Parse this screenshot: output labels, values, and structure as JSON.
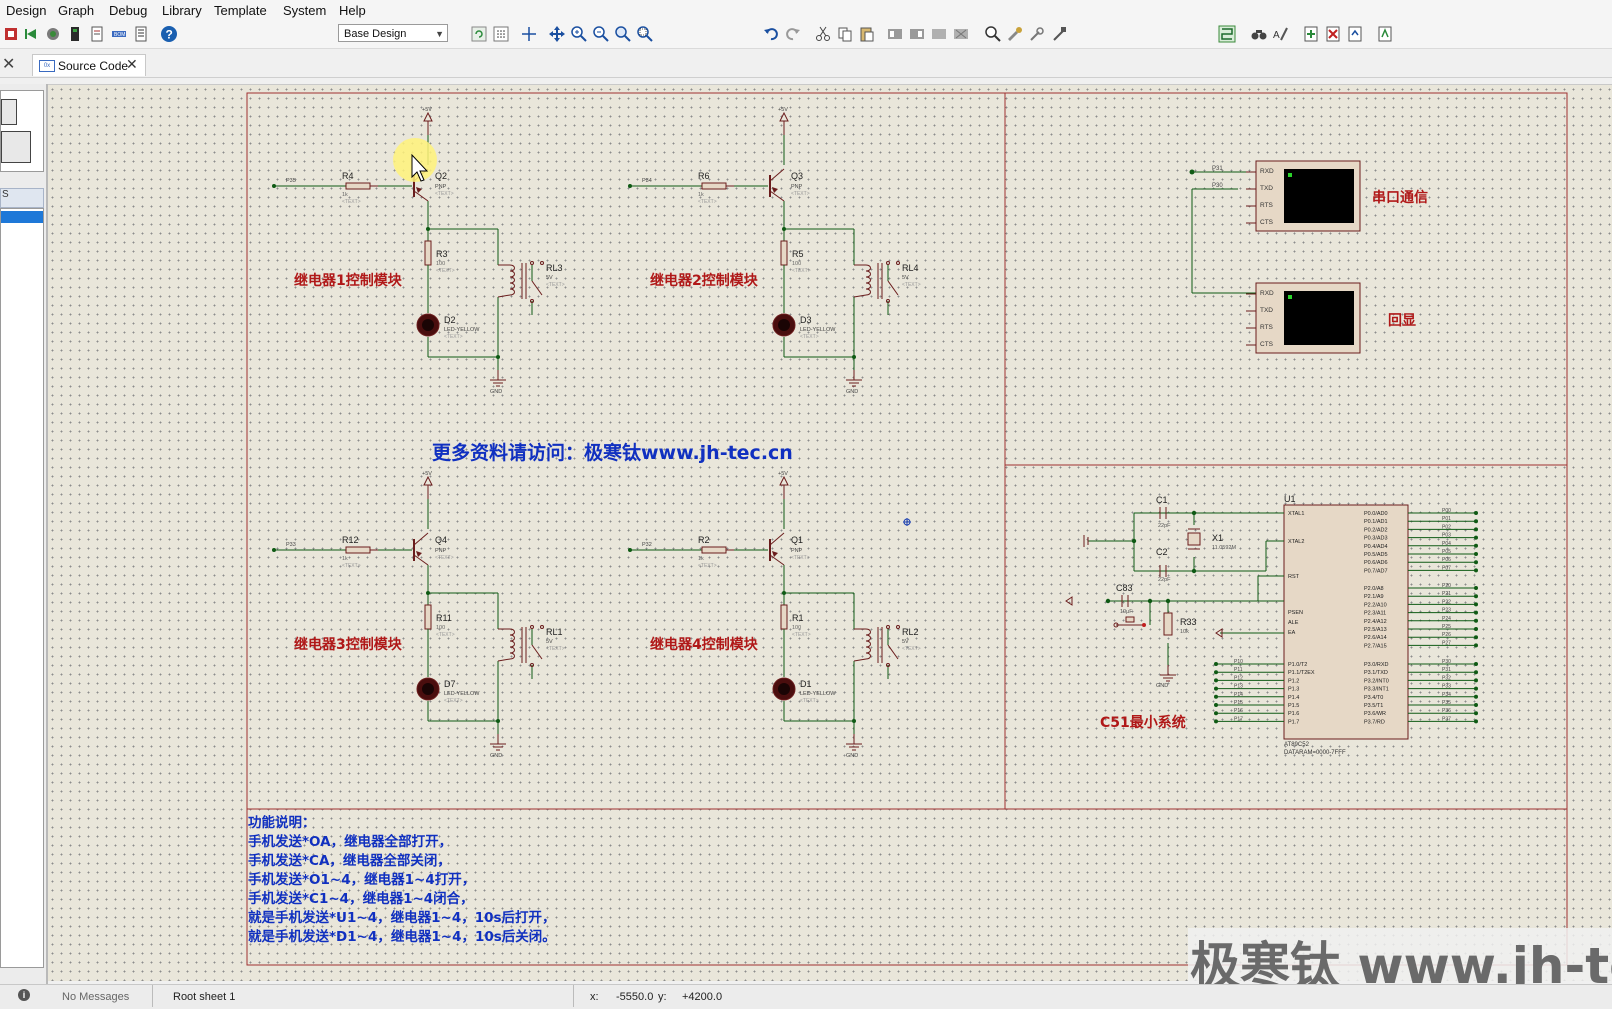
{
  "menu": [
    "Design",
    "Graph",
    "Debug",
    "Library",
    "Template",
    "System",
    "Help"
  ],
  "toolbar": {
    "variant": "Base Design"
  },
  "tab": {
    "label": "Source Code"
  },
  "status": {
    "messages": "No Messages",
    "sheet": "Root sheet 1",
    "x_label": "x:",
    "x": "-5550.0",
    "y_label": "y:",
    "y": "+4200.0"
  },
  "schematic": {
    "relay_blocks": [
      {
        "title": "继电器1控制模块",
        "r_base": "R4",
        "r_base_val": "1k",
        "port": "P35",
        "transistor": "Q2",
        "r_led": "R3",
        "r_led_val": "100",
        "led": "D2",
        "relay": "RL3"
      },
      {
        "title": "继电器2控制模块",
        "r_base": "R6",
        "r_base_val": "1k",
        "port": "P34",
        "transistor": "Q3",
        "r_led": "R5",
        "r_led_val": "100",
        "led": "D3",
        "relay": "RL4"
      },
      {
        "title": "继电器3控制模块",
        "r_base": "R12",
        "r_base_val": "1k",
        "port": "P33",
        "transistor": "Q4",
        "r_led": "R11",
        "r_led_val": "100",
        "led": "D7",
        "relay": "RL1"
      },
      {
        "title": "继电器4控制模块",
        "r_base": "R2",
        "r_base_val": "1k",
        "port": "P32",
        "transistor": "Q1",
        "r_led": "R1",
        "r_led_val": "100",
        "led": "D1",
        "relay": "RL2"
      }
    ],
    "common": {
      "vcc": "+5V",
      "gnd": "GND",
      "pnp": "PNP",
      "text_tag": "<TEXT>",
      "led_type": "LED-YELLOW",
      "relay_v": "5V"
    },
    "url_text": "更多资料请访问：极寒钛www.jh-tec.cn",
    "serial": {
      "title1": "串口通信",
      "title2": "回显",
      "pins": [
        "RXD",
        "TXD",
        "RTS",
        "CTS"
      ],
      "p31": "P31",
      "p30": "P30"
    },
    "mcu": {
      "title": "C51最小系统",
      "name": "U1",
      "type": "AT89C52",
      "dataram": "DATARAM=0000-7FFF",
      "left_pins": [
        "XTAL1",
        "XTAL2",
        "RST",
        "PSEN",
        "ALE",
        "EA"
      ],
      "p0": [
        "P0.0/AD0",
        "P0.1/AD1",
        "P0.2/AD2",
        "P0.3/AD3",
        "P0.4/AD4",
        "P0.5/AD5",
        "P0.6/AD6",
        "P0.7/AD7"
      ],
      "p2": [
        "P2.0/A8",
        "P2.1/A9",
        "P2.2/A10",
        "P2.3/A11",
        "P2.4/A12",
        "P2.5/A13",
        "P2.6/A14",
        "P2.7/A15"
      ],
      "p1": [
        "P1.0/T2",
        "P1.1/T2EX",
        "P1.2",
        "P1.3",
        "P1.4",
        "P1.5",
        "P1.6",
        "P1.7"
      ],
      "p3": [
        "P3.0/RXD",
        "P3.1/TXD",
        "P3.2/INT0",
        "P3.3/INT1",
        "P3.4/T0",
        "P3.5/T1",
        "P3.6/WR",
        "P3.7/RD"
      ],
      "parts": {
        "c1": "C1",
        "c1v": "22pF",
        "c2": "C2",
        "c2v": "22pF",
        "x1": "X1",
        "x1v": "11.0592M",
        "c83": "C83",
        "c83v": "10μF",
        "r33": "R33",
        "r33v": "10k"
      }
    },
    "notes": [
      "功能说明：",
      "手机发送*OA，继电器全部打开，",
      "手机发送*CA，继电器全部关闭，",
      "手机发送*O1~4，继电器1~4打开，",
      "手机发送*C1~4，继电器1~4闭合，",
      "就是手机发送*U1~4，继电器1~4，10s后打开，",
      "就是手机发送*D1~4，继电器1~4，10s后关闭。"
    ]
  },
  "watermark": "极寒钛 www.jh-tec.cn",
  "colors": {
    "wire": "#0f5a14",
    "component": "#6a1c1c",
    "title_red": "#b01818",
    "text_blue": "#1030c0",
    "frame": "#a03030"
  }
}
